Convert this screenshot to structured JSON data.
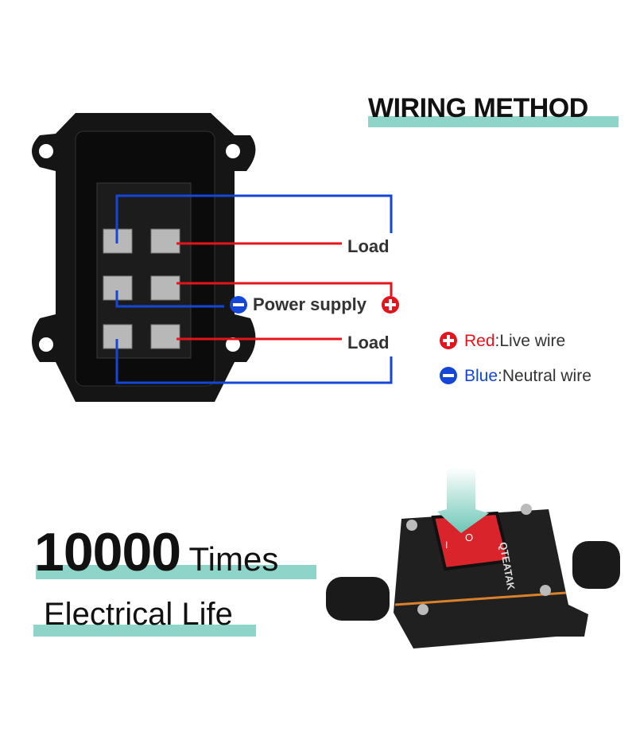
{
  "header": {
    "title": "WIRING METHOD"
  },
  "diagram": {
    "load_top": "Load",
    "power_supply": "Power supply",
    "load_bottom": "Load"
  },
  "legend": {
    "red_label": "Red",
    "red_desc": ":Live wire",
    "blue_label": "Blue",
    "blue_desc": ":Neutral wire"
  },
  "feature": {
    "count": "10000",
    "unit": "Times",
    "desc": "Electrical Life"
  },
  "product": {
    "brand": "QTEATAK",
    "switch_mark_off": "O",
    "switch_mark_on": "I"
  },
  "colors": {
    "accent": "#8fd4c8",
    "live": "#e3141b",
    "neutral": "#1446d8"
  }
}
